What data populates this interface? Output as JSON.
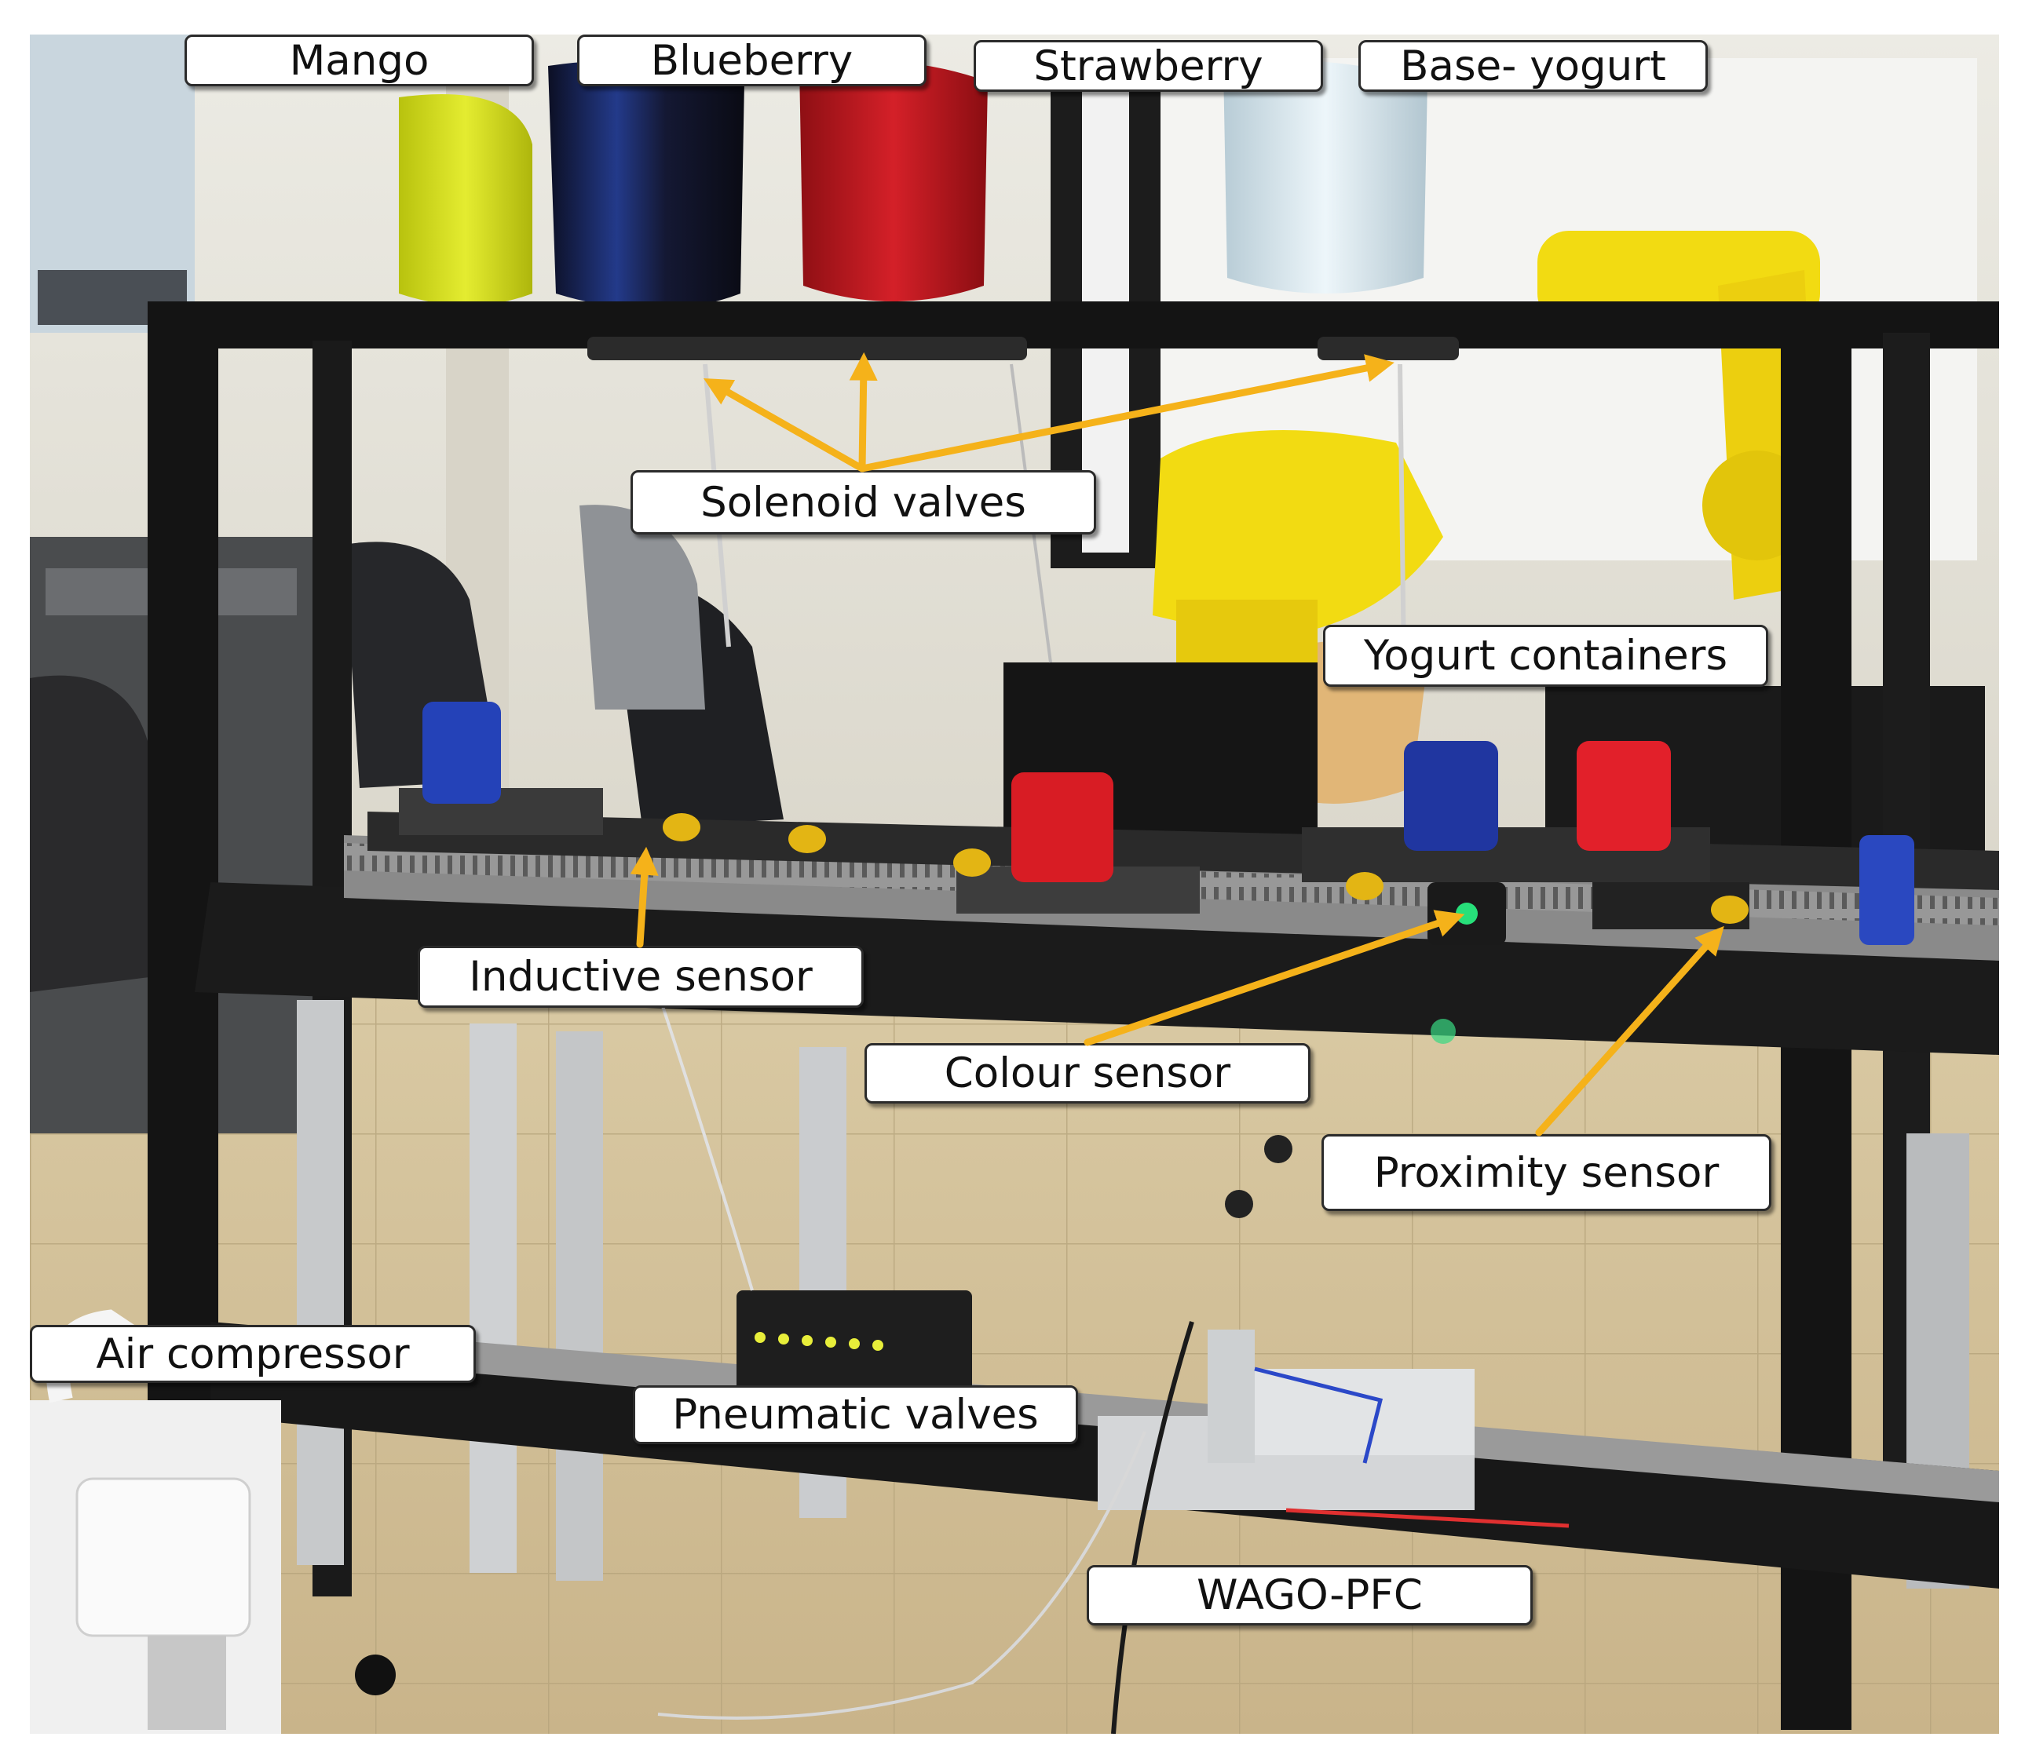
{
  "labels": {
    "mango": "Mango",
    "blueberry": "Blueberry",
    "strawberry": "Strawberry",
    "base_yogurt": "Base- yogurt",
    "solenoid_valves": "Solenoid valves",
    "yogurt_containers": "Yogurt containers",
    "inductive_sensor": "Inductive sensor",
    "colour_sensor": "Colour sensor",
    "proximity_sensor": "Proximity sensor",
    "air_compressor": "Air compressor",
    "pneumatic_valves": "Pneumatic valves",
    "wago_pfc": "WAGO-PFC"
  },
  "colors": {
    "arrow": "#F5B21A",
    "mango_liquid": "#D8E21C",
    "blueberry_liquid": "#1B1E3A",
    "strawberry_liquid": "#C0181E",
    "base_yogurt_liquid": "#D6E6EE",
    "robot_yellow": "#F2DB12",
    "frame_black": "#141414"
  }
}
